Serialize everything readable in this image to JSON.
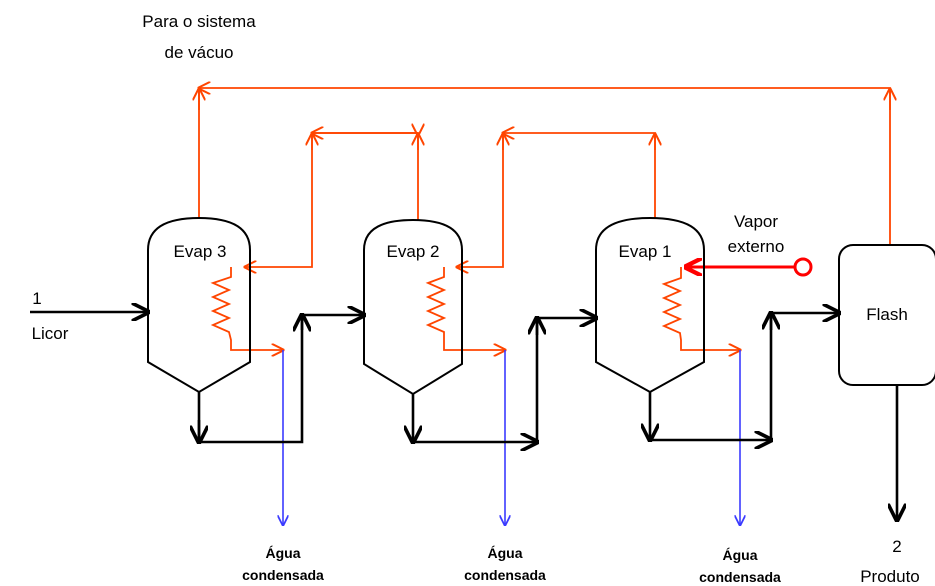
{
  "vacuum_label": [
    "Para o sistema",
    "de vácuo"
  ],
  "feed": {
    "number": "1",
    "name": "Licor"
  },
  "product": {
    "number": "2",
    "name": "Produto"
  },
  "external_steam": [
    "Vapor",
    "externo"
  ],
  "flash_label": "Flash",
  "evaporators": [
    {
      "label": "Evap 3",
      "condensate": [
        "Água",
        "condensada"
      ]
    },
    {
      "label": "Evap 2",
      "condensate": [
        "Água",
        "condensada"
      ]
    },
    {
      "label": "Evap 1",
      "condensate": [
        "Água",
        "condensada"
      ]
    }
  ],
  "colors": {
    "vapor_line": "#ff4500",
    "external_steam_line": "#ff0000",
    "condensate_line": "#3b3bff",
    "process_line": "#000000"
  }
}
